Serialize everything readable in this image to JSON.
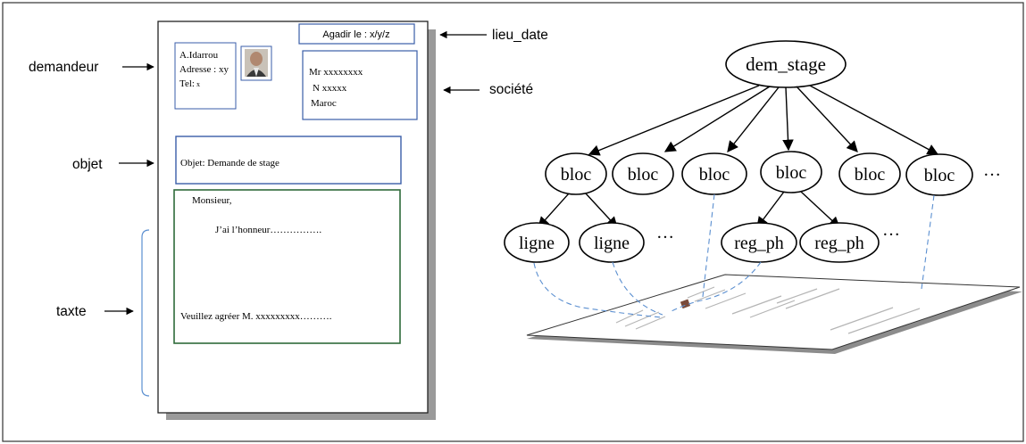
{
  "left_labels": {
    "demandeur": "demandeur",
    "objet": "objet",
    "taxte": "taxte",
    "lieu_date": "lieu_date",
    "societe": "société"
  },
  "letter": {
    "sender_name": "A.Idarrou",
    "sender_address": "Adresse : xy",
    "sender_tel_label": "Tel:",
    "sender_tel_value": "x",
    "place_date": "Agadir le : x/y/z",
    "recipient_line1": "Mr xxxxxxxx",
    "recipient_line2": "N  xxxxx",
    "recipient_line3": "Maroc",
    "subject": "Objet: Demande de stage",
    "greeting": "Monsieur,",
    "body": "J’ai l’honneur…………….",
    "closing": "Veuillez agréer M. xxxxxxxxx………."
  },
  "tree": {
    "root": "dem_stage",
    "blocs": [
      "bloc",
      "bloc",
      "bloc",
      "bloc",
      "bloc",
      "bloc"
    ],
    "more": "…",
    "lignes": [
      "ligne",
      "ligne"
    ],
    "reg_phs": [
      "reg_ph",
      "reg_ph"
    ]
  },
  "colors": {
    "blue_border": "#3a5da8",
    "green_border": "#2f6b3a",
    "dashed_blue": "#5b8fd0",
    "shadow": "#9a9a9a"
  }
}
